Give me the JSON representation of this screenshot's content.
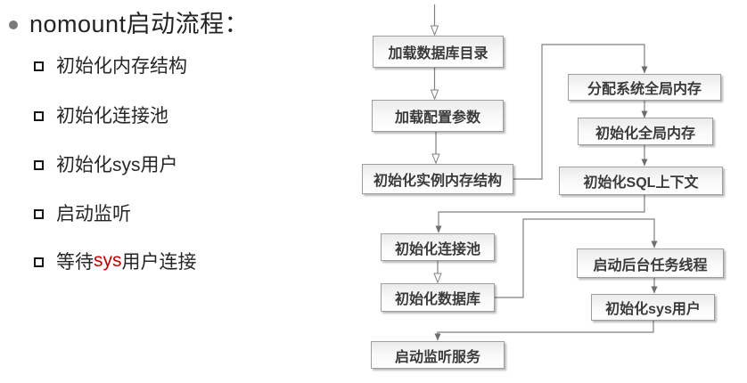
{
  "title": "nomount启动流程：",
  "bullets": [
    {
      "pre": "初始化内存结构",
      "red": "",
      "post": ""
    },
    {
      "pre": "初始化连接池",
      "red": "",
      "post": ""
    },
    {
      "pre": "初始化sys用户",
      "red": "",
      "post": ""
    },
    {
      "pre": "启动监听",
      "red": "",
      "post": ""
    },
    {
      "pre": "等待",
      "red": "sys",
      "post": "用户连接"
    }
  ],
  "flowchart": {
    "nodes": [
      {
        "id": "load-db-directory",
        "label": "加载数据库目录"
      },
      {
        "id": "load-config-params",
        "label": "加载配置参数"
      },
      {
        "id": "init-instance-memory",
        "label": "初始化实例内存结构"
      },
      {
        "id": "alloc-system-global-memory",
        "label": "分配系统全局内存"
      },
      {
        "id": "init-global-memory",
        "label": "初始化全局内存"
      },
      {
        "id": "init-sql-context",
        "label": "初始化SQL上下文"
      },
      {
        "id": "init-connection-pool",
        "label": "初始化连接池"
      },
      {
        "id": "init-database",
        "label": "初始化数据库"
      },
      {
        "id": "start-background-threads",
        "label": "启动后台任务线程"
      },
      {
        "id": "init-sys-user",
        "label": "初始化sys用户"
      },
      {
        "id": "start-listener-service",
        "label": "启动监听服务"
      }
    ],
    "edges": [
      {
        "from": "start",
        "to": "load-db-directory"
      },
      {
        "from": "load-db-directory",
        "to": "load-config-params"
      },
      {
        "from": "load-config-params",
        "to": "init-instance-memory"
      },
      {
        "from": "init-instance-memory",
        "to": "alloc-system-global-memory"
      },
      {
        "from": "alloc-system-global-memory",
        "to": "init-global-memory"
      },
      {
        "from": "init-global-memory",
        "to": "init-sql-context"
      },
      {
        "from": "init-sql-context",
        "to": "init-connection-pool"
      },
      {
        "from": "init-connection-pool",
        "to": "init-database"
      },
      {
        "from": "init-database",
        "to": "start-background-threads"
      },
      {
        "from": "start-background-threads",
        "to": "init-sys-user"
      },
      {
        "from": "init-sys-user",
        "to": "start-listener-service"
      }
    ]
  },
  "colors": {
    "highlight_red": "#c00000",
    "body_text": "#262626",
    "connector_gray": "#808080",
    "node_border": "#9e9e9e"
  }
}
